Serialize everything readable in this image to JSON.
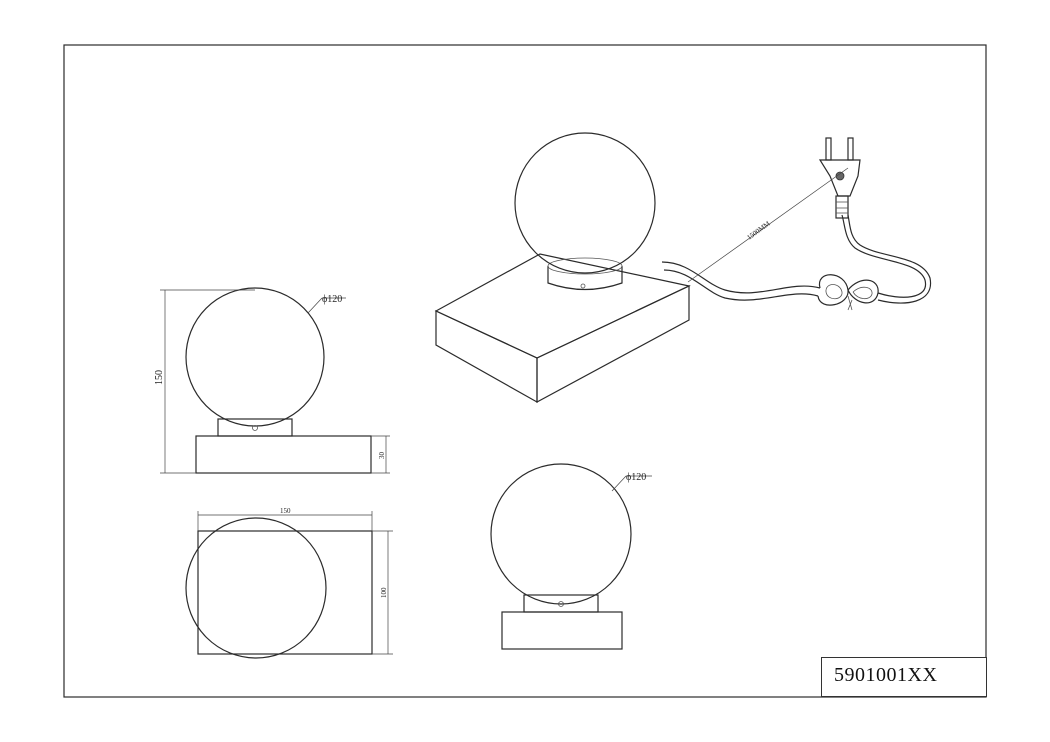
{
  "dimensions": {
    "front_diameter": "ϕ120",
    "front_height": "150",
    "front_base_height": "30",
    "top_width": "150",
    "top_depth": "100",
    "side_diameter": "ϕ120",
    "cable_length": "1500MM"
  },
  "title_block": {
    "model_number": "5901001XX"
  }
}
